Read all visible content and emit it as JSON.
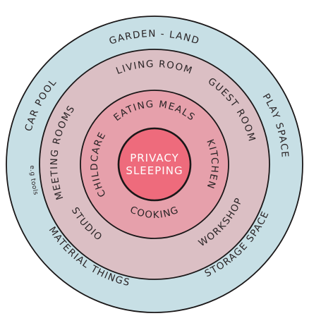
{
  "rings": [
    {
      "name": "outer",
      "fill": "#c7dfe5",
      "labels": [
        {
          "text": "GARDEN - LAND"
        },
        {
          "text": "PLAY SPACE"
        },
        {
          "text": "STORAGE SPACE"
        },
        {
          "text": "MATERIAL THINGS",
          "small": "e.g tools"
        },
        {
          "text": "CAR POOL"
        }
      ]
    },
    {
      "name": "second",
      "fill": "#dbbfc4",
      "labels": [
        {
          "text": "LIVING ROOM"
        },
        {
          "text": "GUEST ROOM"
        },
        {
          "text": "WORKSHOP"
        },
        {
          "text": "STUDIO"
        },
        {
          "text": "MEETING ROOMS"
        }
      ]
    },
    {
      "name": "third",
      "fill": "#e6a0ab",
      "labels": [
        {
          "text": "EATING MEALS"
        },
        {
          "text": "KITCHEN"
        },
        {
          "text": "COOKING"
        },
        {
          "text": "CHILDCARE"
        }
      ]
    }
  ],
  "center": {
    "fill": "#ee6b7c",
    "lines": [
      "PRIVACY",
      "SLEEPING"
    ]
  },
  "stroke_color": "#1a1718"
}
